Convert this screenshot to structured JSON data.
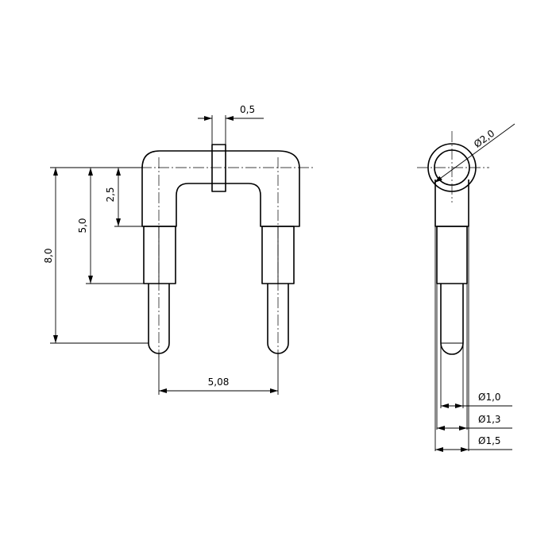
{
  "dimensions": {
    "pin_spacing": "5,08",
    "bar_width": "0,5",
    "height_total": "8,0",
    "height_shoulder": "5,0",
    "height_bend": "2,5",
    "dia_head": "Ø2,0",
    "dia_pin": "Ø1,0",
    "dia_mid": "Ø1,3",
    "dia_body": "Ø1,5"
  }
}
